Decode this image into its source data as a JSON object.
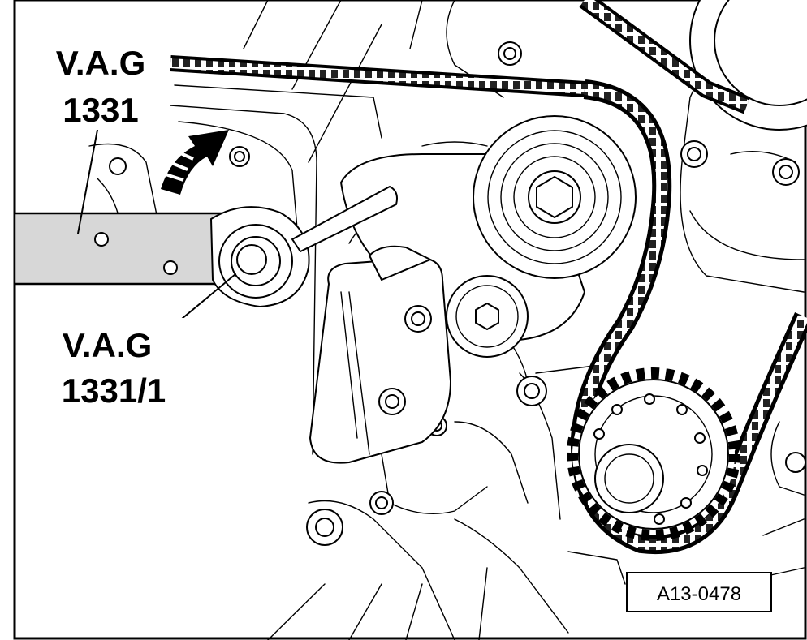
{
  "labels": {
    "tool_1_line1": "V.A.G",
    "tool_1_line2": "1331",
    "tool_2_line1": "V.A.G",
    "tool_2_line2": "1331/1"
  },
  "figure_ref": "A13-0478"
}
